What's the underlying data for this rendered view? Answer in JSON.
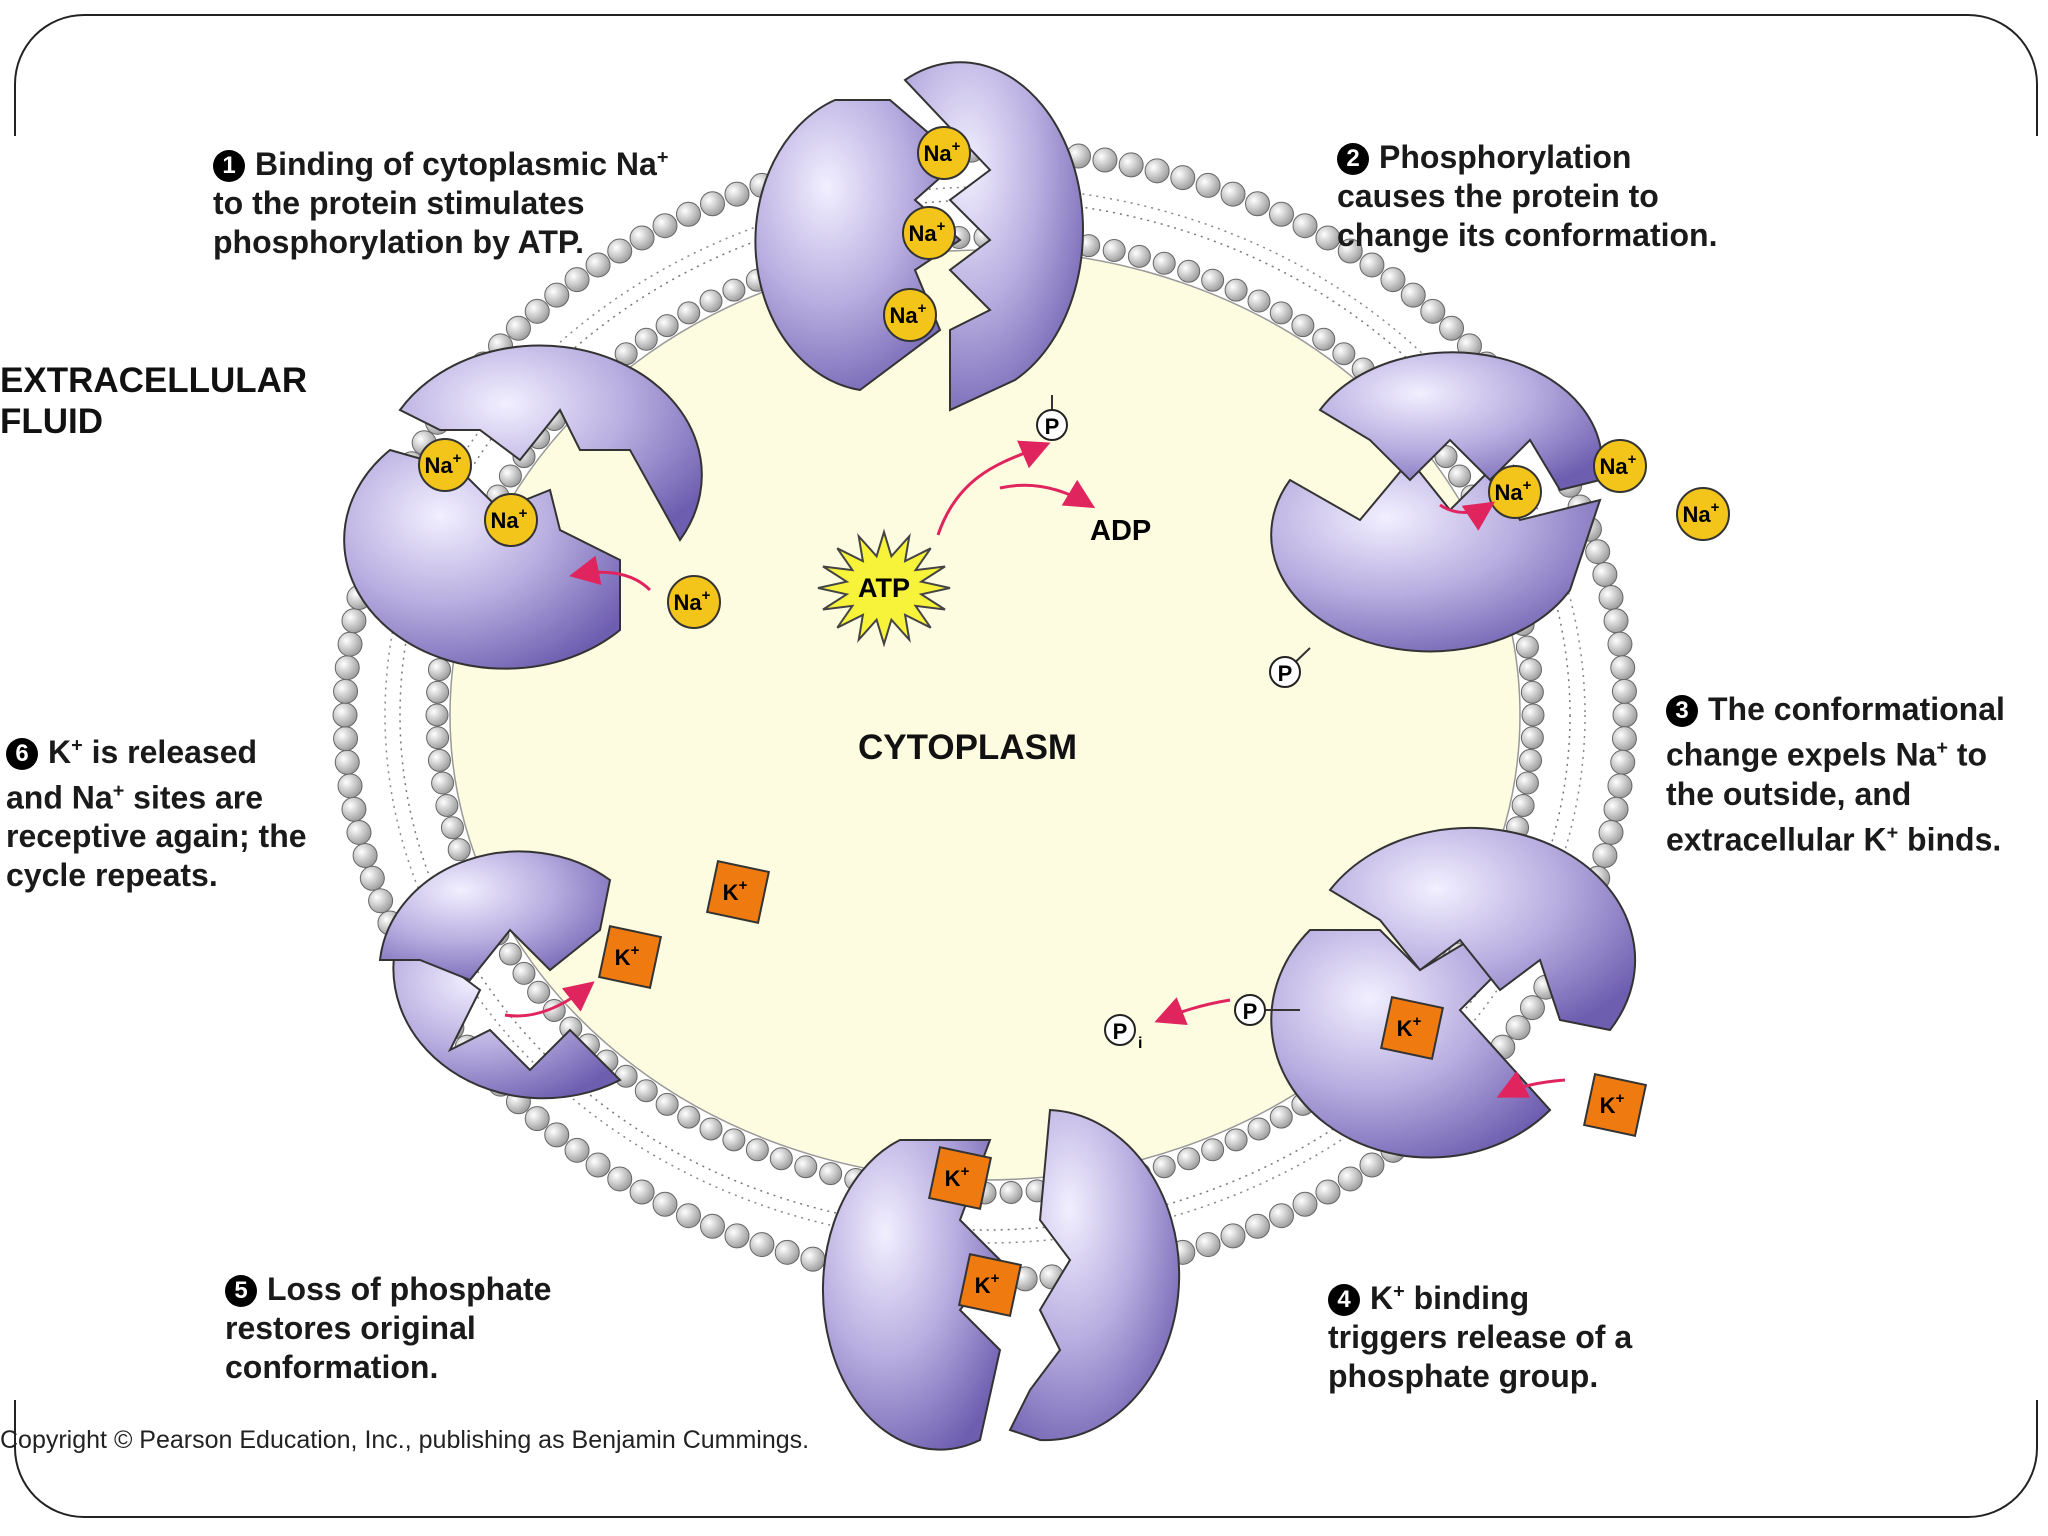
{
  "steps": [
    {
      "number": "1",
      "lines": [
        "Binding of cytoplasmic Na+",
        "to the protein stimulates",
        "phosphorylation by ATP."
      ]
    },
    {
      "number": "2",
      "lines": [
        "Phosphorylation",
        "causes the protein to",
        "change its conformation."
      ]
    },
    {
      "number": "3",
      "lines": [
        "The conformational",
        "change expels Na+ to",
        "the outside, and",
        "extracellular K+ binds."
      ]
    },
    {
      "number": "4",
      "lines": [
        "K+ binding",
        "triggers release of a",
        "phosphate group."
      ]
    },
    {
      "number": "5",
      "lines": [
        "Loss of phosphate",
        "restores original",
        "conformation."
      ]
    },
    {
      "number": "6",
      "lines": [
        "K+ is released",
        "and Na+ sites are",
        "receptive again; the",
        "cycle repeats."
      ]
    }
  ],
  "regions": {
    "extracellular": [
      "EXTRACELLULAR",
      "FLUID"
    ],
    "cytoplasm": "CYTOPLASM"
  },
  "molecules": {
    "sodium": "Na",
    "potassium": "K",
    "charge": "+",
    "atp": "ATP",
    "adp": "ADP",
    "phosphate": "P",
    "inorganic_phosphate_subscript": "i"
  },
  "copyright": "Copyright © Pearson Education, Inc., publishing as Benjamin Cummings.",
  "colors": {
    "cytoplasm": "#fdfbe0",
    "membrane_bead": "#d8d8d8",
    "pump_protein": "#a79bd6",
    "sodium_ion": "#f3c419",
    "potassium_ion": "#ef7a10",
    "atp_star": "#f7f23a",
    "arrow": "#e0245e"
  }
}
